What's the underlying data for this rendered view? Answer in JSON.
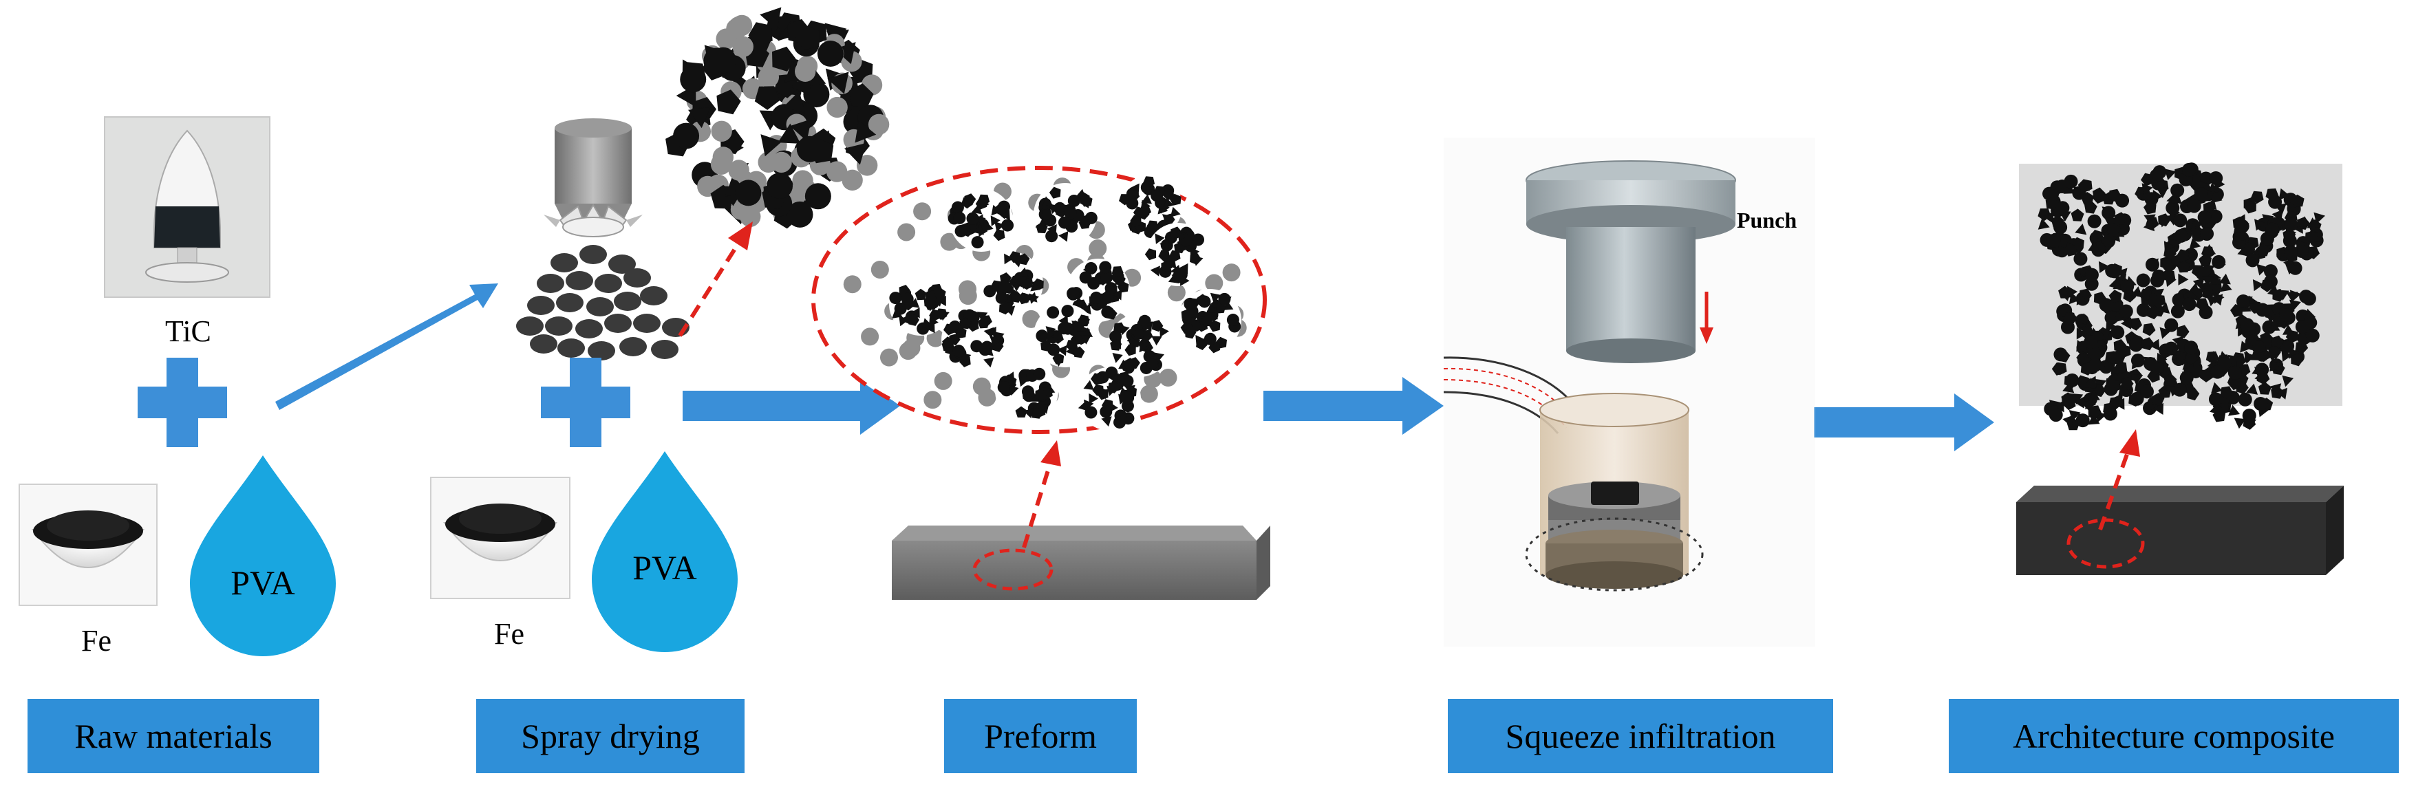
{
  "stages": {
    "raw_materials": "Raw materials",
    "spray_drying": "Spray drying",
    "preform": "Preform",
    "squeeze_infiltration": "Squeeze infiltration",
    "architecture_composite": "Architecture composite"
  },
  "materials": {
    "tic": "TiC",
    "fe_1": "Fe",
    "pva_1": "PVA",
    "fe_2": "Fe",
    "pva_2": "PVA"
  },
  "apparatus": {
    "punch": "Punch"
  },
  "colors": {
    "stage_box": "#2f8fd8",
    "arrow": "#3a8fd8",
    "plus": "#3d8fd8",
    "drop": "#19a6e0",
    "dashed_arrow": "#e0231c",
    "particle_dark": "#111111",
    "particle_gray": "#8e8e8e"
  },
  "icons": [
    "plus-icon",
    "pva-drop-icon",
    "flow-arrow-icon",
    "dashed-arrow-icon",
    "punch-icon",
    "mold-icon",
    "bar-icon"
  ]
}
